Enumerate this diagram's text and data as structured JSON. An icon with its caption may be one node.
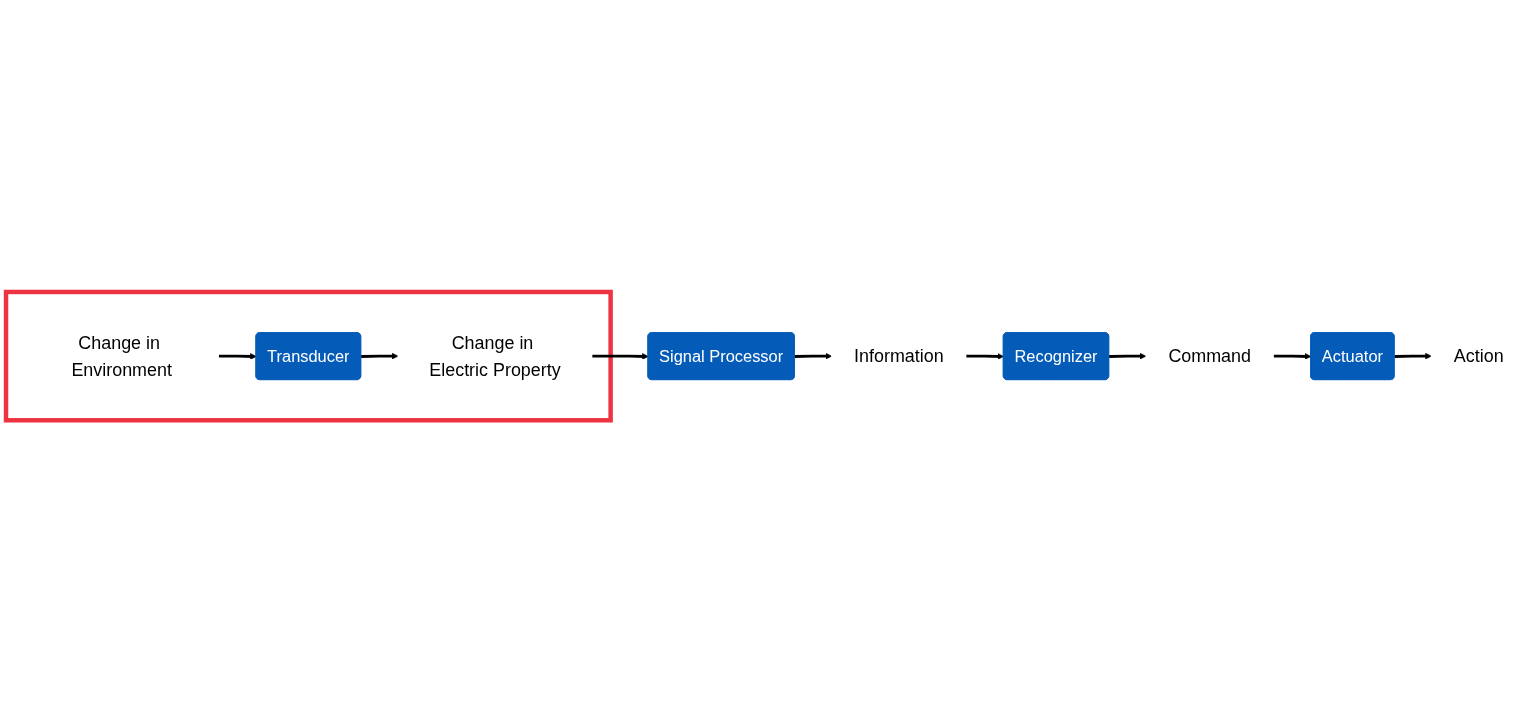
{
  "diagram": {
    "nodes": [
      {
        "text": [],
        "shape": "box"
      },
      {
        "text": [
          "Change in Environment"
        ],
        "in": 0
      },
      {
        "text": [
          "Transducer"
        ],
        "in": 0
      },
      {
        "text": [
          "Change in Electric Property"
        ],
        "in": 0
      },
      {
        "text": [
          "Recognizer"
        ]
      },
      {
        "text": [
          "Information"
        ]
      },
      {
        "text": [
          "Signal Processor"
        ]
      },
      {
        "text": [
          "Command"
        ]
      },
      {
        "text": [
          "Actuator"
        ]
      },
      {
        "text": [
          "Action"
        ]
      }
    ],
    "edges": [
      {
        "from": 1,
        "to": 2,
        "arrow": "to"
      },
      {
        "from": 2,
        "to": 3,
        "arrow": "to"
      },
      {
        "from": 3,
        "to": 6,
        "arrow": "to"
      },
      {
        "from": 6,
        "to": 5,
        "arrow": "to"
      },
      {
        "from": 5,
        "to": 4,
        "arrow": "to"
      },
      {
        "from": 4,
        "to": 7,
        "arrow": "to"
      },
      {
        "from": 7,
        "to": 8,
        "arrow": "to"
      },
      {
        "from": 8,
        "to": 9,
        "arrow": "to"
      }
    ]
  }
}
